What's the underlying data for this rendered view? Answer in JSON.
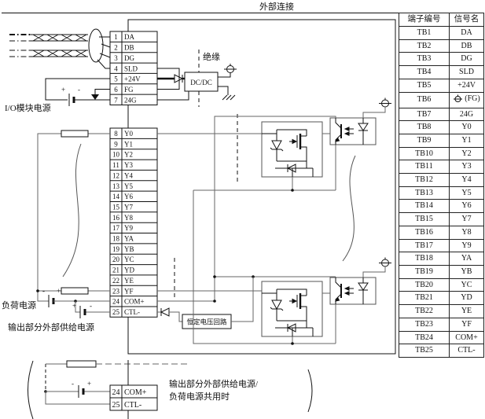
{
  "title": "外部连接",
  "labels": {
    "insulation": "绝缘",
    "dcdc": "DC/DC",
    "io_power": "I/O模块电源",
    "load_power": "负荷电源",
    "ext_supply": "输出部分外部供给电源",
    "cv_circuit": "恒定电压回路",
    "shared_line1": "输出部分外部供给电源/",
    "shared_line2": "负荷电源共用时",
    "plus": "+",
    "minus": "-"
  },
  "pins_upper": [
    {
      "no": "1",
      "signal": "DA"
    },
    {
      "no": "2",
      "signal": "DB"
    },
    {
      "no": "3",
      "signal": "DG"
    },
    {
      "no": "4",
      "signal": "SLD"
    },
    {
      "no": "5",
      "signal": "+24V"
    },
    {
      "no": "6",
      "signal": "FG"
    },
    {
      "no": "7",
      "signal": "24G"
    }
  ],
  "pins_lower": [
    {
      "no": "8",
      "signal": "Y0"
    },
    {
      "no": "9",
      "signal": "Y1"
    },
    {
      "no": "10",
      "signal": "Y2"
    },
    {
      "no": "11",
      "signal": "Y3"
    },
    {
      "no": "12",
      "signal": "Y4"
    },
    {
      "no": "13",
      "signal": "Y5"
    },
    {
      "no": "14",
      "signal": "Y6"
    },
    {
      "no": "15",
      "signal": "Y7"
    },
    {
      "no": "16",
      "signal": "Y8"
    },
    {
      "no": "17",
      "signal": "Y9"
    },
    {
      "no": "18",
      "signal": "YA"
    },
    {
      "no": "19",
      "signal": "YB"
    },
    {
      "no": "20",
      "signal": "YC"
    },
    {
      "no": "21",
      "signal": "YD"
    },
    {
      "no": "22",
      "signal": "YE"
    },
    {
      "no": "23",
      "signal": "YF"
    },
    {
      "no": "24",
      "signal": "COM+"
    },
    {
      "no": "25",
      "signal": "CTL-"
    }
  ],
  "pins_bottom": [
    {
      "no": "24",
      "signal": "COM+"
    },
    {
      "no": "25",
      "signal": "CTL-"
    }
  ],
  "table": {
    "headers": [
      "端子编号",
      "信号名"
    ],
    "rows": [
      [
        "TB1",
        "DA"
      ],
      [
        "TB2",
        "DB"
      ],
      [
        "TB3",
        "DG"
      ],
      [
        "TB4",
        "SLD"
      ],
      [
        "TB5",
        "+24V"
      ],
      [
        "TB6",
        "(FG)"
      ],
      [
        "TB7",
        "24G"
      ],
      [
        "TB8",
        "Y0"
      ],
      [
        "TB9",
        "Y1"
      ],
      [
        "TB10",
        "Y2"
      ],
      [
        "TB11",
        "Y3"
      ],
      [
        "TB12",
        "Y4"
      ],
      [
        "TB13",
        "Y5"
      ],
      [
        "TB14",
        "Y6"
      ],
      [
        "TB15",
        "Y7"
      ],
      [
        "TB16",
        "Y8"
      ],
      [
        "TB17",
        "Y9"
      ],
      [
        "TB18",
        "YA"
      ],
      [
        "TB19",
        "YB"
      ],
      [
        "TB20",
        "YC"
      ],
      [
        "TB21",
        "YD"
      ],
      [
        "TB22",
        "YE"
      ],
      [
        "TB23",
        "YF"
      ],
      [
        "TB24",
        "COM+"
      ],
      [
        "TB25",
        "CTL-"
      ]
    ]
  },
  "colors": {
    "line": "#1a1a1a",
    "wire": "#666666",
    "box": "#555555",
    "background": "#ffffff"
  }
}
